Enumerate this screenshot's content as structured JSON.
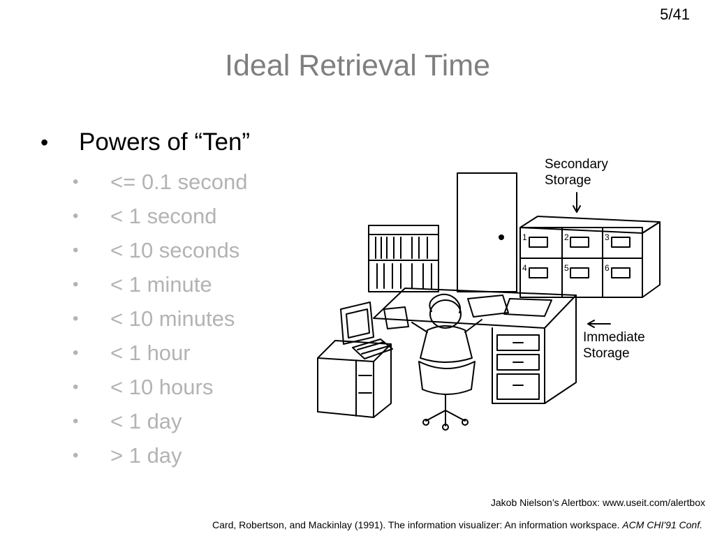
{
  "slide": {
    "page_number": "5/41",
    "title": "Ideal Retrieval Time"
  },
  "content": {
    "main_bullet": "Powers of “Ten”",
    "sub_bullets": [
      "<= 0.1 second",
      "< 1 second",
      "< 10 seconds",
      "< 1 minute",
      "< 10 minutes",
      "< 1 hour",
      "< 10 hours",
      "< 1 day",
      "> 1 day"
    ]
  },
  "illustration": {
    "label_secondary_line1": "Secondary",
    "label_secondary_line2": "Storage",
    "label_immediate_line1": "Immediate",
    "label_immediate_line2": "Storage",
    "drawer_numbers": [
      "1",
      "2",
      "3",
      "4",
      "5",
      "6"
    ]
  },
  "citations": {
    "line1": "Jakob Nielson’s Alertbox: www.useit.com/alertbox",
    "line2_plain": "Card, Robertson, and Mackinlay (1991). The information visualizer: An information workspace. ",
    "line2_italic": "ACM CHI'91 Conf."
  }
}
